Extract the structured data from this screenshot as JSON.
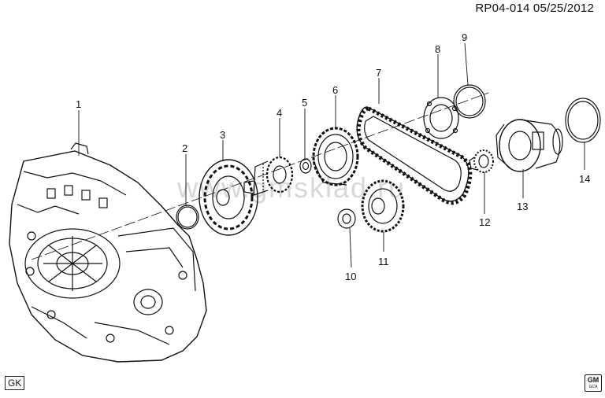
{
  "header": {
    "code": "RP04-014",
    "date": "05/25/2012"
  },
  "badge_gk": "GK",
  "logo": {
    "text": "GM",
    "subtext": "GCA"
  },
  "watermark": "www.gmsklad.ru",
  "callouts": [
    "1",
    "2",
    "3",
    "4",
    "5",
    "6",
    "7",
    "8",
    "9",
    "10",
    "11",
    "12",
    "13",
    "14"
  ],
  "colors": {
    "line": "#111111",
    "background": "#ffffff",
    "watermark": "#d8d8d8"
  }
}
